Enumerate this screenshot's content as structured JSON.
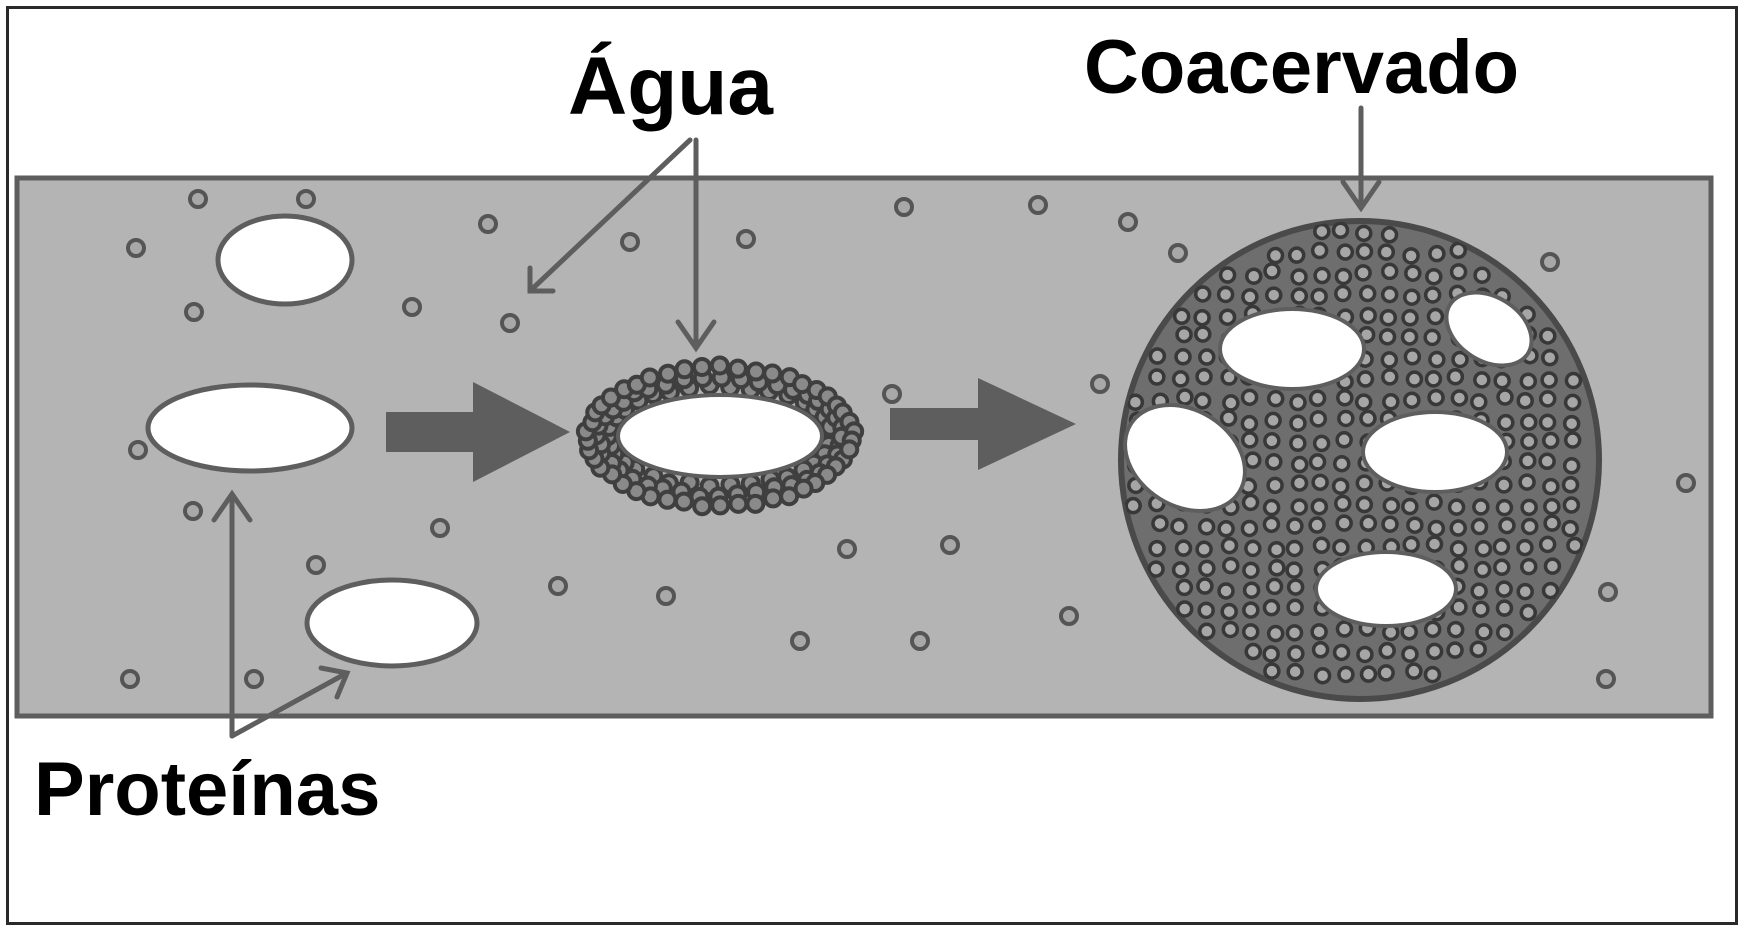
{
  "labels": {
    "water": "Água",
    "coacervate": "Coacervado",
    "proteins": "Proteínas"
  },
  "colors": {
    "medium": "#b4b4b4",
    "stroke": "#5e5e5e",
    "protein_fill": "#ffffff",
    "coacervate_fill": "#6e6e6e",
    "text": "#000000"
  },
  "icons": [
    "protein-ellipse",
    "water-molecule",
    "process-arrow",
    "pointer-arrow"
  ]
}
